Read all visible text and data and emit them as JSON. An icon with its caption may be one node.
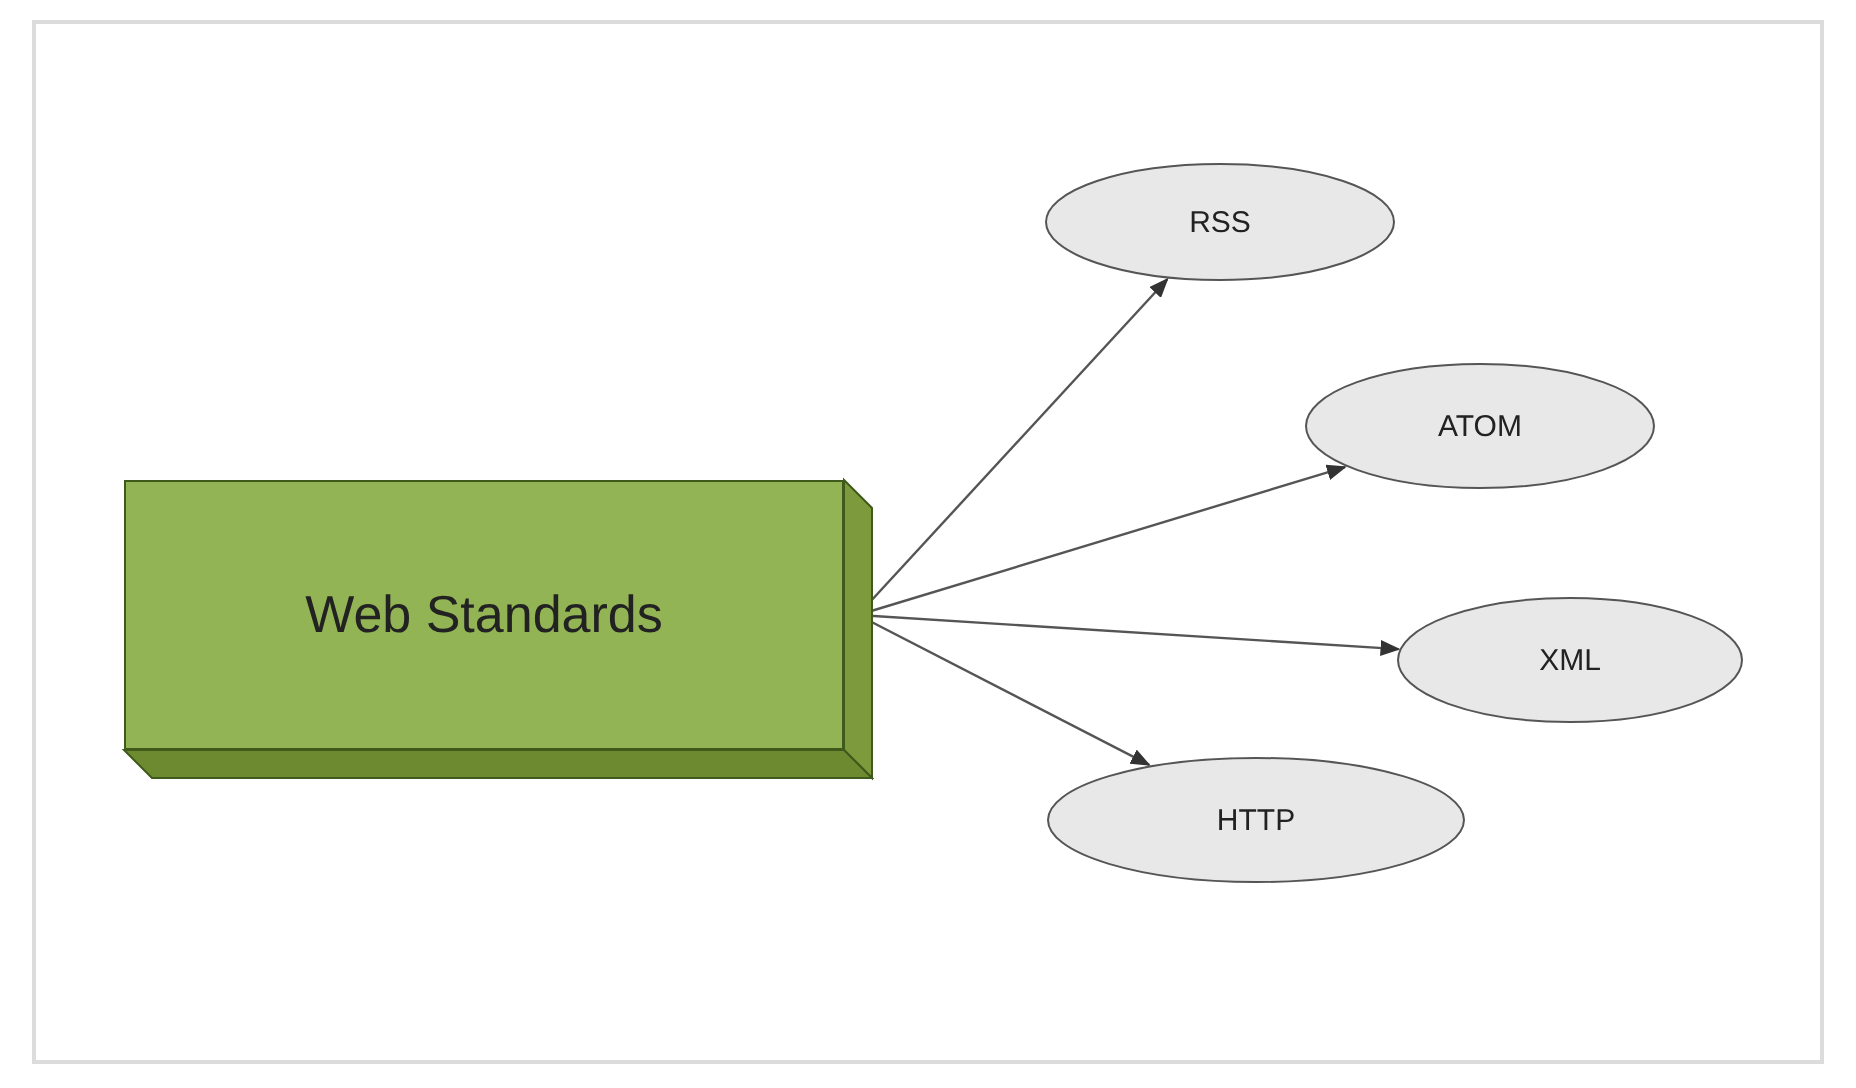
{
  "diagram": {
    "nodes": [
      {
        "text": [
          "Web Standards"
        ]
      },
      {
        "text": [
          "RSS"
        ]
      },
      {
        "text": [
          "ATOM"
        ]
      },
      {
        "text": [
          "XML"
        ]
      },
      {
        "text": [
          "HTTP"
        ]
      }
    ],
    "edges": [
      {
        "from": 0,
        "to": 1,
        "arrow": "to"
      },
      {
        "from": 0,
        "to": 2,
        "arrow": "to"
      },
      {
        "from": 0,
        "to": 3,
        "arrow": "to"
      },
      {
        "from": 0,
        "to": 4,
        "arrow": "to"
      }
    ]
  }
}
